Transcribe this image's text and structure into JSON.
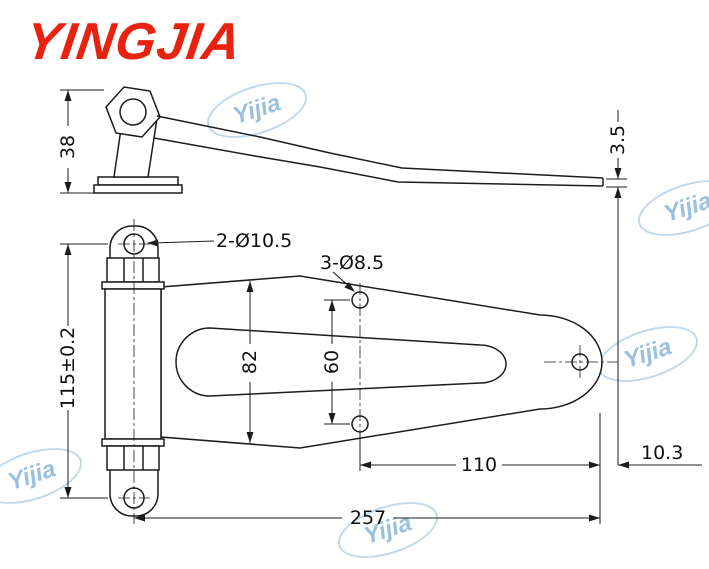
{
  "brand": {
    "logo_text": "YINGJIA",
    "logo_color": "#e8220f"
  },
  "watermark": {
    "text": "Yijia",
    "color": "#8cb9dc"
  },
  "drawing": {
    "type": "hinge technical drawing, side view and plan view",
    "line_color": "#1c1c1c",
    "labels": {
      "hole_callout_plate": "2-Ø10.5",
      "hole_callout_strap": "3-Ø8.5"
    },
    "dimensions": {
      "bracket_height": "38",
      "plate_thickness": "3.5",
      "plate_hole_spacing": "115±0.2",
      "strap_width": "82",
      "hole_spacing_vertical": "60",
      "hole_to_end": "110",
      "end_offset": "10.3",
      "overall_length": "257"
    }
  }
}
